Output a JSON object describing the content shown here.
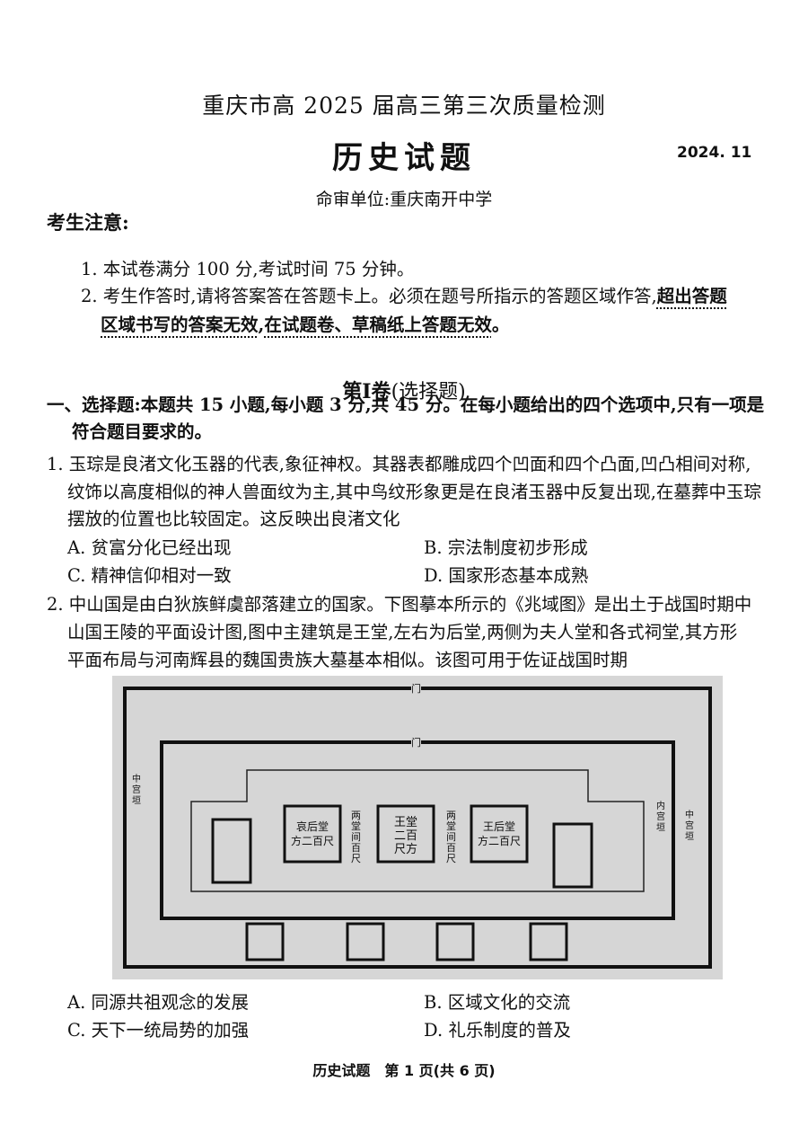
{
  "header": {
    "exam_title": "重庆市高 2025 届高三第三次质量检测",
    "subject": "历史试题",
    "date": "2024. 11",
    "unit": "命审单位:重庆南开中学"
  },
  "notice": {
    "heading": "考生注意:",
    "item1": "1. 本试卷满分 100 分,考试时间 75 分钟。",
    "item2_prefix": "2. 考生作答时,请将答案答在答题卡上。必须在题号所指示的答题区域作答,",
    "item2_emph_a": "超出答题",
    "item2_emph_b": "区域书写的答案无效",
    "item2_tail": ",",
    "item2_emph_c": "在试题卷、草稿纸上答题无效",
    "item2_end": "。"
  },
  "section": {
    "title": "第Ⅰ卷",
    "paren": "(选择题)",
    "intro_line1": "一、选择题:本题共 15 小题,每小题 3 分,共 45 分。在每小题给出的四个选项中,只有一项是",
    "intro_line2": "符合题目要求的。"
  },
  "q1": {
    "line1": "1. 玉琮是良渚文化玉器的代表,象征神权。其器表都雕成四个凹面和四个凸面,凹凸相间对称,",
    "line2": "纹饰以高度相似的神人兽面纹为主,其中鸟纹形象更是在良渚玉器中反复出现,在墓葬中玉琮",
    "line3": "摆放的位置也比较固定。这反映出良渚文化",
    "A": "A. 贫富分化已经出现",
    "B": "B. 宗法制度初步形成",
    "C": "C. 精神信仰相对一致",
    "D": "D. 国家形态基本成熟"
  },
  "q2": {
    "line1": "2. 中山国是由白狄族鲜虞部落建立的国家。下图摹本所示的《兆域图》是出土于战国时期中",
    "line2": "山国王陵的平面设计图,图中主建筑是王堂,左右为后堂,两侧为夫人堂和各式祠堂,其方形",
    "line3": "平面布局与河南辉县的魏国贵族大墓基本相似。该图可用于佐证战国时期",
    "A": "A. 同源共祖观念的发展",
    "B": "B. 区域文化的交流",
    "C": "C. 天下一统局势的加强",
    "D": "D. 礼乐制度的普及",
    "figure": {
      "hall_center": [
        "王堂",
        "二百",
        "尺方"
      ],
      "hall_left": [
        "哀后堂",
        "方二百尺"
      ],
      "hall_right": [
        "王后堂",
        "方二百尺"
      ],
      "side_label": "两堂间百尺",
      "outer_label": "中宫垣",
      "inner_label": "内宫垣",
      "gate": "门"
    }
  },
  "footer": "历史试题　第 1 页(共 6 页)"
}
